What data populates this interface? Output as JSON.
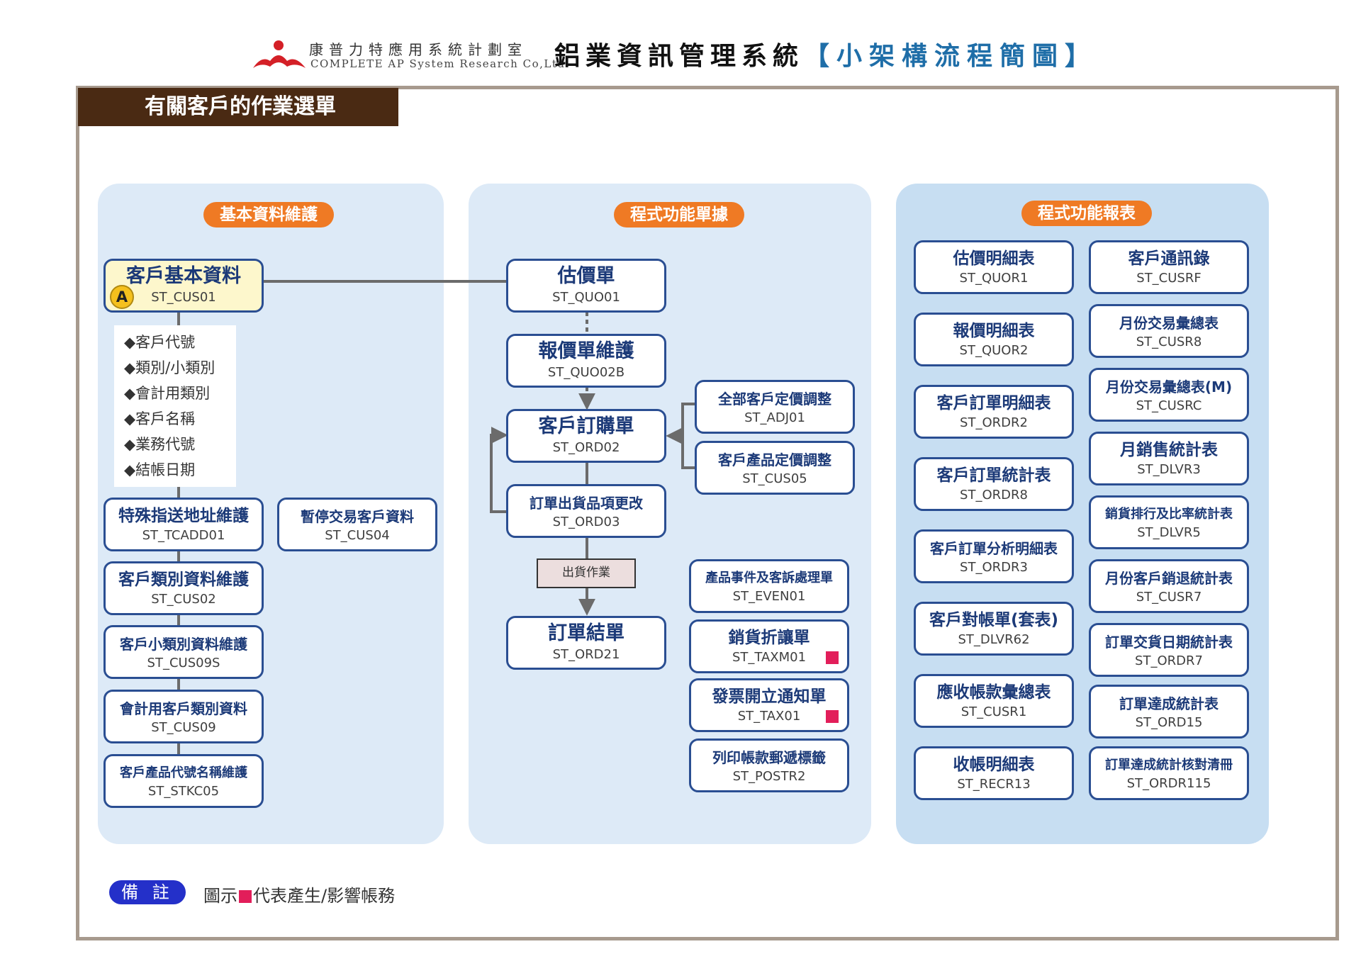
{
  "header": {
    "company_cn": "康普力特應用系統計劃室",
    "company_en": "COMPLETE AP System Research Co,Ltd",
    "system_title": "鋁業資訊管理系統",
    "sub_title": "【小架構流程簡圖】"
  },
  "section_tab": "有關客戶的作業選單",
  "columns": {
    "basic": "基本資料維護",
    "functions": "程式功能單據",
    "reports": "程式功能報表"
  },
  "basic": {
    "main": {
      "title": "客戶基本資料",
      "code": "ST_CUS01",
      "badge": "A"
    },
    "attributes": [
      "◆客戶代號",
      "◆類別/小類別",
      "◆會計用類別",
      "◆客戶名稱",
      "◆業務代號",
      "◆結帳日期"
    ],
    "special_address": {
      "title": "特殊指送地址維護",
      "code": "ST_TCADD01"
    },
    "suspended": {
      "title": "暫停交易客戶資料",
      "code": "ST_CUS04"
    },
    "category": {
      "title": "客戶類別資料維護",
      "code": "ST_CUS02"
    },
    "subcategory": {
      "title": "客戶小類別資料維護",
      "code": "ST_CUS09S"
    },
    "accounting": {
      "title": "會計用客戶類別資料",
      "code": "ST_CUS09"
    },
    "product_code": {
      "title": "客戶產品代號名稱維護",
      "code": "ST_STKC05"
    }
  },
  "functions": {
    "estimate": {
      "title": "估價單",
      "code": "ST_QUO01"
    },
    "quote": {
      "title": "報價單維護",
      "code": "ST_QUO02B"
    },
    "order": {
      "title": "客戶訂購單",
      "code": "ST_ORD02"
    },
    "order_change": {
      "title": "訂單出貨品項更改",
      "code": "ST_ORD03"
    },
    "shipping": "出貨作業",
    "order_close": {
      "title": "訂單結單",
      "code": "ST_ORD21"
    },
    "all_price": {
      "title": "全部客戶定價調整",
      "code": "ST_ADJ01"
    },
    "product_price": {
      "title": "客戶產品定價調整",
      "code": "ST_CUS05"
    },
    "event": {
      "title": "產品事件及客訴處理單",
      "code": "ST_EVEN01"
    },
    "discount": {
      "title": "銷貨折讓單",
      "code": "ST_TAXM01",
      "affects_accounts": true
    },
    "invoice": {
      "title": "發票開立通知單",
      "code": "ST_TAX01",
      "affects_accounts": true
    },
    "mail_label": {
      "title": "列印帳款郵遞標籤",
      "code": "ST_POSTR2"
    }
  },
  "reports": {
    "left": [
      {
        "title": "估價明細表",
        "code": "ST_QUOR1"
      },
      {
        "title": "報價明細表",
        "code": "ST_QUOR2"
      },
      {
        "title": "客戶訂單明細表",
        "code": "ST_ORDR2"
      },
      {
        "title": "客戶訂單統計表",
        "code": "ST_ORDR8"
      },
      {
        "title": "客戶訂單分析明細表",
        "code": "ST_ORDR3"
      },
      {
        "title": "客戶對帳單(套表)",
        "code": "ST_DLVR62"
      },
      {
        "title": "應收帳款彙總表",
        "code": "ST_CUSR1"
      },
      {
        "title": "收帳明細表",
        "code": "ST_RECR13"
      }
    ],
    "right": [
      {
        "title": "客戶通訊錄",
        "code": "ST_CUSRF"
      },
      {
        "title": "月份交易彙總表",
        "code": "ST_CUSR8"
      },
      {
        "title": "月份交易彙總表(M)",
        "code": "ST_CUSRC"
      },
      {
        "title": "月銷售統計表",
        "code": "ST_DLVR3"
      },
      {
        "title": "銷貨排行及比率統計表",
        "code": "ST_DLVR5"
      },
      {
        "title": "月份客戶銷退統計表",
        "code": "ST_CUSR7"
      },
      {
        "title": "訂單交貨日期統計表",
        "code": "ST_ORDR7"
      },
      {
        "title": "訂單達成統計表",
        "code": "ST_ORD15"
      },
      {
        "title": "訂單達成統計核對清冊",
        "code": "ST_ORDR115"
      }
    ]
  },
  "note": {
    "label": "備 註",
    "prefix": "圖示",
    "suffix": "代表產生/影響帳務"
  },
  "colors": {
    "tab_bg": "#4a2a13",
    "pill": "#ef7a24",
    "box_border": "#2a4e92",
    "highlight": "#fdf7cc",
    "accounting_marker": "#e21e5a",
    "note_badge": "#2430c9"
  }
}
